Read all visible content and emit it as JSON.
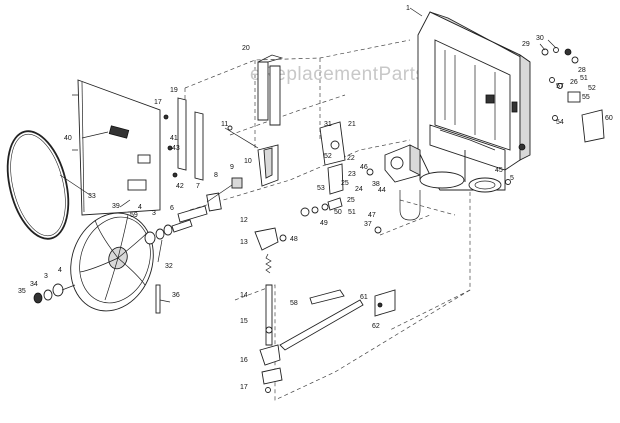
{
  "watermark": "eReplacementParts.com",
  "callouts": [
    {
      "id": "1",
      "text": "1"
    },
    {
      "id": "3a",
      "text": "3"
    },
    {
      "id": "3b",
      "text": "3"
    },
    {
      "id": "4a",
      "text": "4"
    },
    {
      "id": "4b",
      "text": "4"
    },
    {
      "id": "5",
      "text": "5"
    },
    {
      "id": "6",
      "text": "6"
    },
    {
      "id": "7",
      "text": "7"
    },
    {
      "id": "8",
      "text": "8"
    },
    {
      "id": "9",
      "text": "9"
    },
    {
      "id": "10",
      "text": "10"
    },
    {
      "id": "11",
      "text": "11"
    },
    {
      "id": "12",
      "text": "12"
    },
    {
      "id": "13",
      "text": "13"
    },
    {
      "id": "14",
      "text": "14"
    },
    {
      "id": "15",
      "text": "15"
    },
    {
      "id": "16",
      "text": "16"
    },
    {
      "id": "17a",
      "text": "17"
    },
    {
      "id": "17b",
      "text": "17"
    },
    {
      "id": "19",
      "text": "19"
    },
    {
      "id": "20",
      "text": "20"
    },
    {
      "id": "21",
      "text": "21"
    },
    {
      "id": "22",
      "text": "22"
    },
    {
      "id": "23",
      "text": "23"
    },
    {
      "id": "24",
      "text": "24"
    },
    {
      "id": "25a",
      "text": "25"
    },
    {
      "id": "25b",
      "text": "25"
    },
    {
      "id": "26",
      "text": "26"
    },
    {
      "id": "28",
      "text": "28"
    },
    {
      "id": "29",
      "text": "29"
    },
    {
      "id": "30",
      "text": "30"
    },
    {
      "id": "31",
      "text": "31"
    },
    {
      "id": "32",
      "text": "32"
    },
    {
      "id": "33",
      "text": "33"
    },
    {
      "id": "34",
      "text": "34"
    },
    {
      "id": "35",
      "text": "35"
    },
    {
      "id": "36",
      "text": "36"
    },
    {
      "id": "37",
      "text": "37"
    },
    {
      "id": "38",
      "text": "38"
    },
    {
      "id": "39",
      "text": "39"
    },
    {
      "id": "40",
      "text": "40"
    },
    {
      "id": "41",
      "text": "41"
    },
    {
      "id": "42",
      "text": "42"
    },
    {
      "id": "43",
      "text": "43"
    },
    {
      "id": "44",
      "text": "44"
    },
    {
      "id": "45",
      "text": "45"
    },
    {
      "id": "46",
      "text": "46"
    },
    {
      "id": "47",
      "text": "47"
    },
    {
      "id": "48",
      "text": "48"
    },
    {
      "id": "49",
      "text": "49"
    },
    {
      "id": "50",
      "text": "50"
    },
    {
      "id": "51a",
      "text": "51"
    },
    {
      "id": "51b",
      "text": "51"
    },
    {
      "id": "52a",
      "text": "52"
    },
    {
      "id": "52b",
      "text": "52"
    },
    {
      "id": "53",
      "text": "53"
    },
    {
      "id": "54",
      "text": "54"
    },
    {
      "id": "55",
      "text": "55"
    },
    {
      "id": "57",
      "text": "57"
    },
    {
      "id": "58",
      "text": "58"
    },
    {
      "id": "59",
      "text": "59"
    },
    {
      "id": "60",
      "text": "60"
    },
    {
      "id": "61",
      "text": "61"
    },
    {
      "id": "62",
      "text": "62"
    }
  ]
}
